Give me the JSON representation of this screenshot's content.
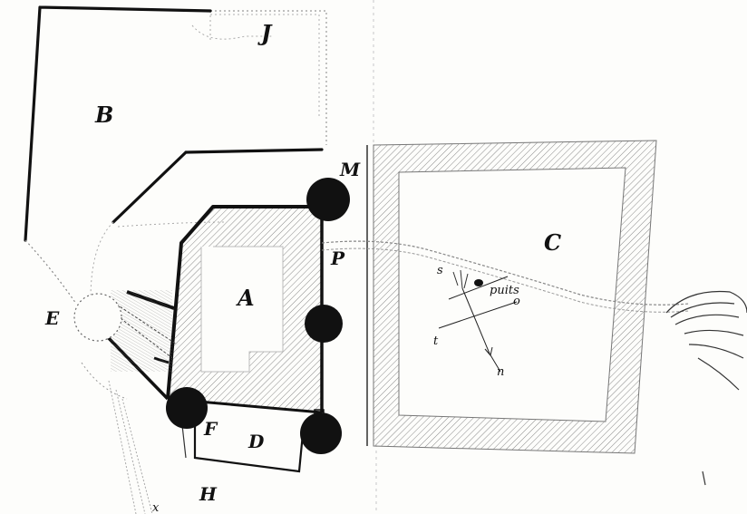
{
  "labels": {
    "a": "A",
    "b": "B",
    "c": "C",
    "d": "D",
    "e": "E",
    "f": "F",
    "h": "H",
    "j": "J",
    "m": "M",
    "p": "P",
    "x": "x",
    "puits": "puits",
    "s": "s",
    "o": "o",
    "n": "n",
    "t": "t"
  },
  "colors": {
    "ink": "#111111",
    "paper": "#fdfdfb",
    "hatch": "#8a8a8a",
    "faint": "#9a9a9a"
  }
}
